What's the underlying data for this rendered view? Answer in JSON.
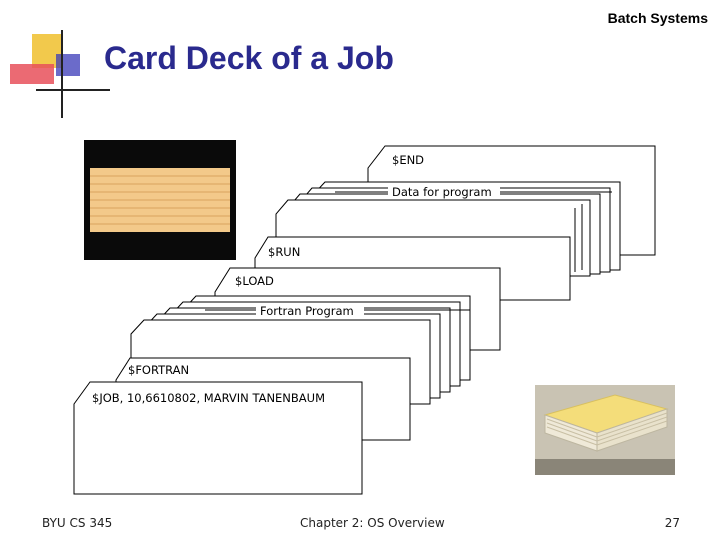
{
  "header": {
    "section_title": "Batch Systems"
  },
  "slide": {
    "title": "Card Deck of a Job"
  },
  "deck": {
    "cards": [
      {
        "label": "$END"
      },
      {
        "label": "Data for program"
      },
      {
        "label": "$RUN"
      },
      {
        "label": "$LOAD"
      },
      {
        "label": "Fortran Program"
      },
      {
        "label": "$FORTRAN"
      },
      {
        "label": "$JOB, 10,6610802, MARVIN TANENBAUM"
      }
    ]
  },
  "footer": {
    "left": "BYU CS 345",
    "center": "Chapter 2: OS Overview",
    "page": "27"
  },
  "colors": {
    "title": "#2a2a8e",
    "logo_yellow": "#f2c94c",
    "logo_blue": "#3a3ab8",
    "logo_red": "#e8505b"
  }
}
